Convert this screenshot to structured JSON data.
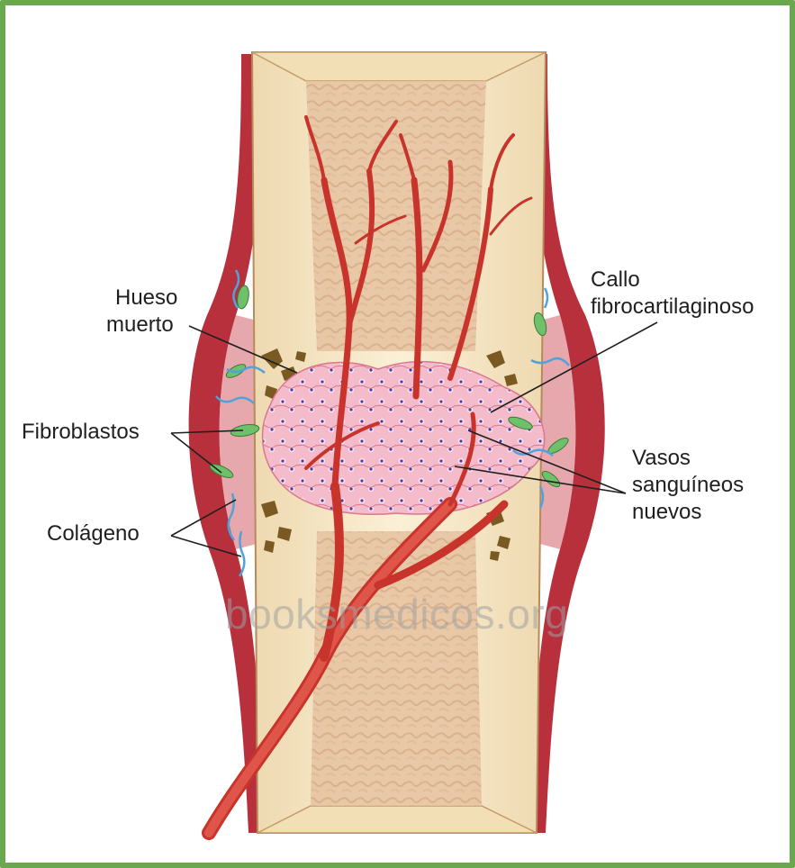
{
  "figure": {
    "labels": {
      "dead_bone_line1": "Hueso",
      "dead_bone_line2": "muerto",
      "callus_line1": "Callo",
      "callus_line2": "fibrocartilaginoso",
      "fibroblasts": "Fibroblastos",
      "vessels_line1": "Vasos",
      "vessels_line2": "sanguíneos",
      "vessels_line3": "nuevos",
      "collagen": "Colágeno"
    },
    "watermark": "booksmedicos.org",
    "colors": {
      "border": "#6aa84f",
      "bone": "#f6e6c4",
      "marrow": "#e8c9a8",
      "periosteum": "#c03a45",
      "vessel": "#c8342c",
      "callus": "#f2b6c4",
      "dead_bone": "#7a5a22",
      "fibroblast": "#6fc06a",
      "collagen": "#4fa3d9"
    }
  }
}
